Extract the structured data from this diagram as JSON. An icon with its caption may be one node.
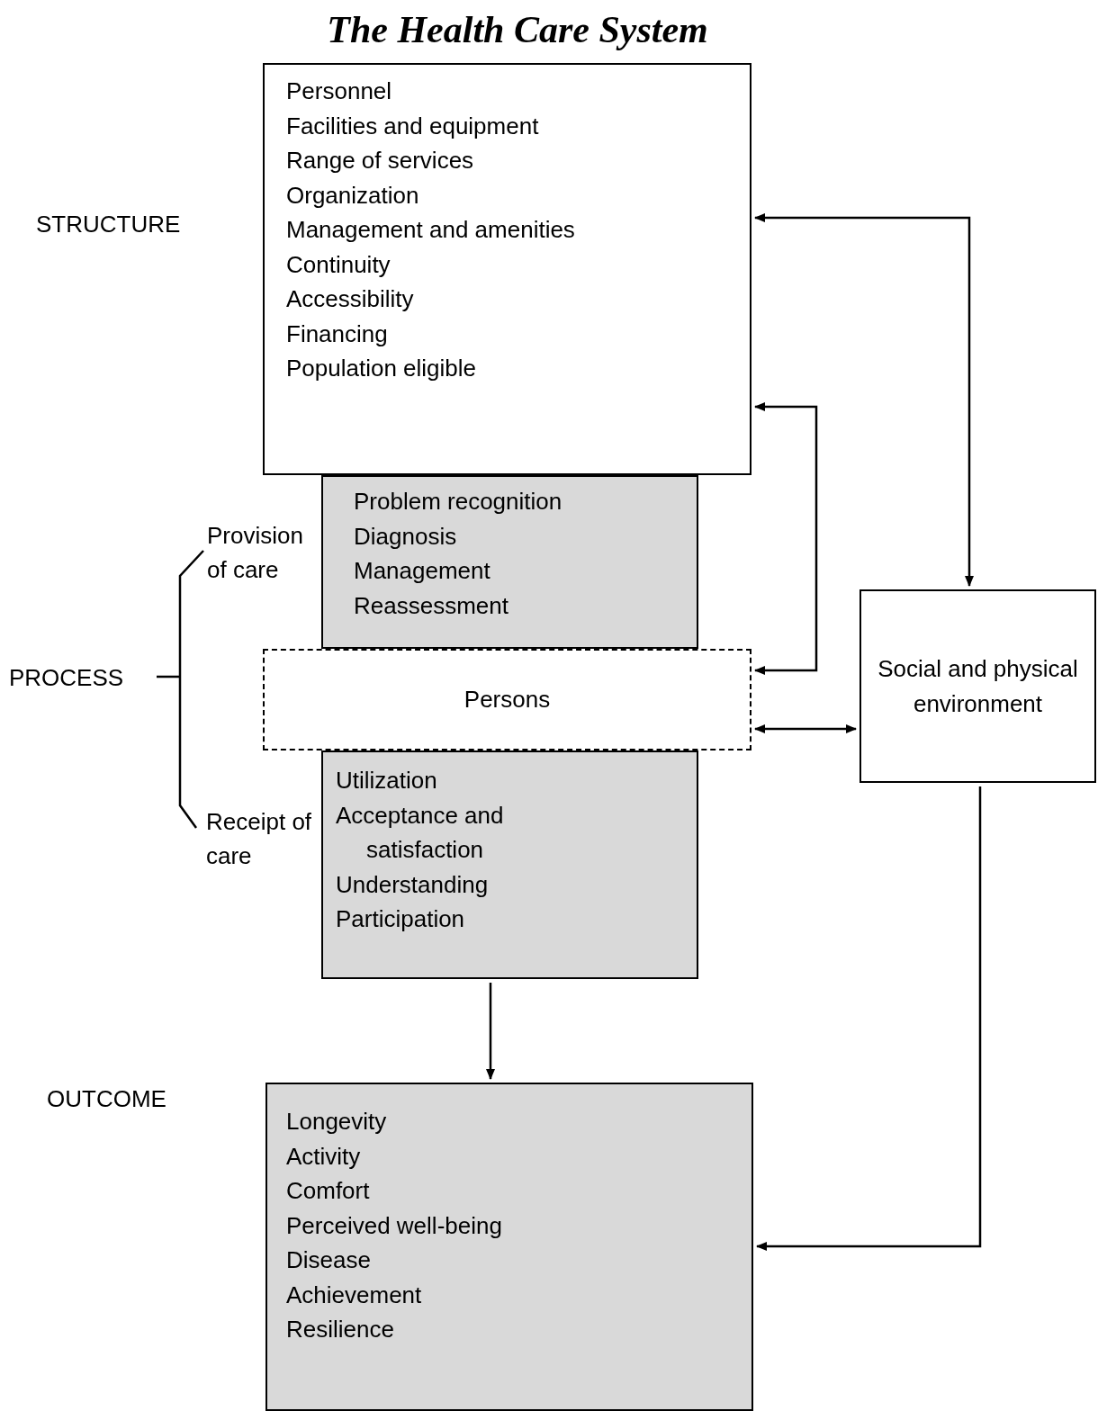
{
  "diagram": {
    "title": "The Health Care System",
    "nodes": [
      {
        "text": [
          "Personnel",
          "Facilities and equipment",
          "Range of services",
          "Organization",
          "Management and amenities",
          "Continuity",
          "Accessibility",
          "Financing",
          "Population eligible"
        ]
      },
      {
        "text": [
          "Problem recognition",
          "Diagnosis",
          "Management",
          "Reassessment"
        ]
      },
      {
        "text": [
          "Persons"
        ]
      },
      {
        "text": [
          "Utilization",
          "Acceptance and satisfaction",
          "Understanding",
          "Participation"
        ]
      },
      {
        "text": [
          "Longevity",
          "Activity",
          "Comfort",
          "Perceived well-being",
          "Disease",
          "Achievement",
          "Resilience"
        ]
      },
      {
        "text": [
          "Social and physical environment"
        ]
      }
    ],
    "edges": [
      {
        "from": 0,
        "to": 5,
        "arrow": "both"
      },
      {
        "from": 0,
        "to": 2,
        "arrow": "both"
      },
      {
        "from": 2,
        "to": 5,
        "arrow": "both"
      },
      {
        "from": 3,
        "to": 4,
        "arrow": "to"
      },
      {
        "from": 5,
        "to": 4,
        "arrow": "to"
      }
    ],
    "labels": [
      "STRUCTURE",
      "Provision of care",
      "PROCESS",
      "Receipt of care",
      "OUTCOME"
    ]
  }
}
